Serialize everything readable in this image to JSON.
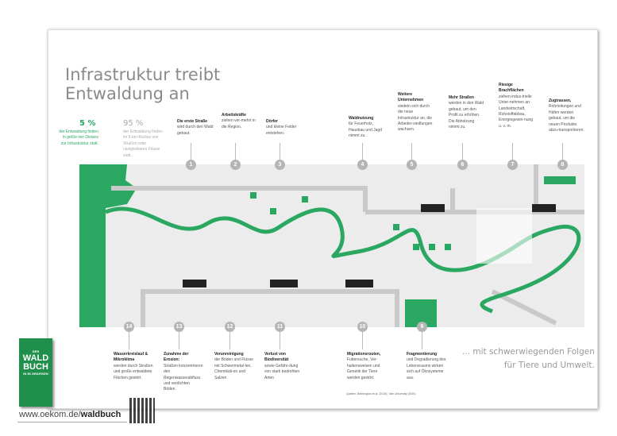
{
  "title": {
    "line1": "Infrastruktur treibt",
    "line2": "Entwaldung an"
  },
  "percent_left": {
    "value": "5 %",
    "text": "der Entwaldung finden in größe-ren Distanz zur Infrastruktur statt.",
    "color": "#2aa862"
  },
  "percent_right": {
    "value": "95 %",
    "text": "der Entwaldung finden im 5-km-Radius von Straßen oder navigierbaren Flüsse statt."
  },
  "top_steps": [
    {
      "num": "1",
      "head": "Die erste Straße",
      "text": "wird durch den Wald gebaut."
    },
    {
      "num": "2",
      "head": "Arbeitskräfte",
      "text": "ziehen ver-mehrt in die Region."
    },
    {
      "num": "3",
      "head": "Dörfer",
      "text": "und kleine Felder entstehen."
    },
    {
      "num": "4",
      "head": "Waldnutzung",
      "text": "für Feuerholz, Hausbau und Jagd nimmt zu."
    },
    {
      "num": "5",
      "head": "Weitere Unternehmen",
      "text": "siedeln sich durch die neue Infrastruktur an, die Arbeiter-siedlungen wachsen."
    },
    {
      "num": "6",
      "head": "Mehr Straßen",
      "text": "werden in den Wald gebaut, um den Profit zu erhöhen. Die Abholzung nimmt zu."
    },
    {
      "num": "7",
      "head": "Riesige Brachflächen",
      "text": "ziehen indus-trielle Unter-nehmen an: Landwirtschaft, Rohstoffabbau, Energiegewin-nung u. v. m."
    },
    {
      "num": "8",
      "head": "Zugtrassen,",
      "text": "Rohrleitungen und Häfen werden gebaut, um die neuen Produkte abzu-transportieren."
    }
  ],
  "bottom_steps": [
    {
      "num": "14",
      "head": "Wasserkreislauf & Mikroklima",
      "text": "werden durch Straßen und große entwaldete Flächen gestört."
    },
    {
      "num": "13",
      "head": "Zunahme der Erosion:",
      "text": "Straßen konzentrieren den Regenwasserabfluss und verdichten Böden."
    },
    {
      "num": "12",
      "head": "Verunreinigung",
      "text": "der Böden und Flüsse mit Schwermetal-len, Chemikali-en und Salzen"
    },
    {
      "num": "11",
      "head": "Verlust von Biodiversität",
      "text": "sowie Gefähr-dung von stark bedrohten Arten"
    },
    {
      "num": "10",
      "head": "Migrationsrouten,",
      "text": "Futtersuche, Ver-haltensweisen und Genetik der Tiere werden gestört."
    },
    {
      "num": "9",
      "head": "Fragmentierung",
      "text": "und Degradierung des Lebensraums wirken sich auf Ökosysteme aus."
    }
  ],
  "closing": {
    "line1": "... mit schwerwiegenden Folgen",
    "line2": "für Tiere und Umwelt."
  },
  "sources": "Quellen: Bebbington et al. (2018), Yale University (2020)",
  "book": {
    "line1": "DER",
    "line2": "WALD",
    "line3": "BUCH",
    "subtitle": "IN 50 GRAFIKEN"
  },
  "url": {
    "prefix": "www.oekom.de/",
    "bold": "waldbuch"
  },
  "colors": {
    "green": "#2aa862",
    "road": "#c9c9c9",
    "ground": "#ececec"
  }
}
